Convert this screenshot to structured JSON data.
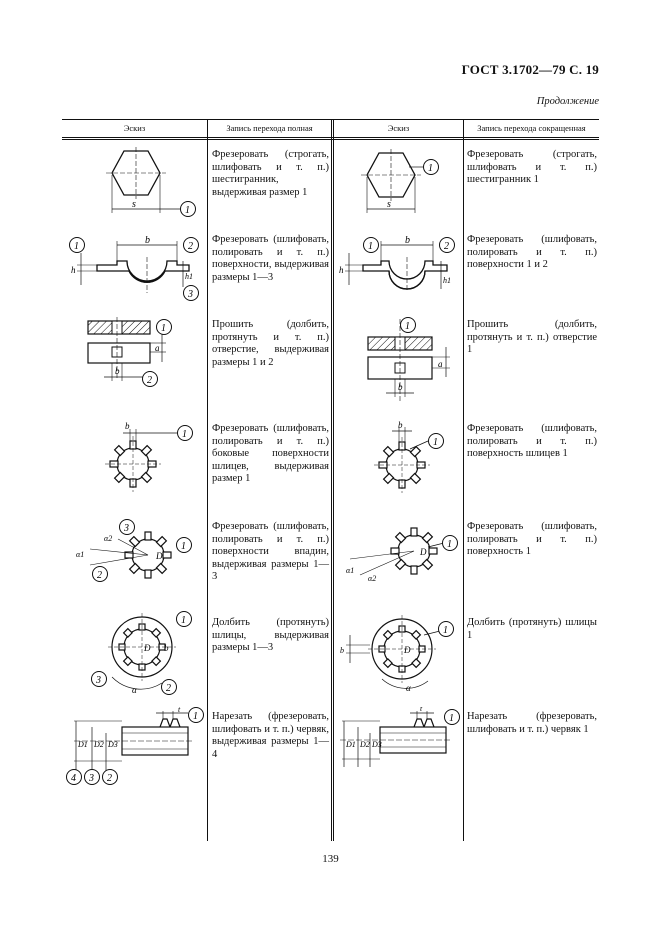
{
  "header": {
    "title": "ГОСТ 3.1702—79 С. 19",
    "continuation": "Продолжение"
  },
  "columns": [
    "Эскиз",
    "Запись перехода полная",
    "Эскиз",
    "Запись перехода сокращенная"
  ],
  "rows": [
    {
      "full": "Фрезеровать (строгать, шлифовать и т. п.) шестигранник, выдерживая размер 1",
      "short": "Фрезеровать (строгать, шлифовать и т. п.) шестигранник 1"
    },
    {
      "full": "Фрезеровать (шлифовать, полировать и т. п.) поверхности, выдерживая размеры 1—3",
      "short": "Фрезеровать (шлифовать, полировать и т. п.) поверхности 1 и 2"
    },
    {
      "full": "Прошить (долбить, протянуть и т. п.) отверстие, выдерживая размеры 1 и 2",
      "short": "Прошить (долбить, протянуть и т. п.) отверстие 1"
    },
    {
      "full": "Фрезеровать (шлифовать, полировать и т. п.) боковые поверхности шлицев, выдерживая размер 1",
      "short": "Фрезеровать (шлифовать, полировать и т. п.) поверхность шлицев 1"
    },
    {
      "full": "Фрезеровать (шлифовать, полировать и т. п.) поверхности впадин, выдерживая размеры 1—3",
      "short": "Фрезеровать (шлифовать, полировать и т. п.) поверхность 1"
    },
    {
      "full": "Долбить (протянуть) шлицы, выдерживая размеры 1—3",
      "short": "Долбить (протянуть) шлицы 1"
    },
    {
      "full": "Нарезать (фрезеровать, шлифовать и т. п.) червяк, выдерживая размеры 1—4",
      "short": "Нарезать (фрезеровать, шлифовать и т. п.) червяк 1"
    }
  ],
  "labels": {
    "s": "s",
    "b": "b",
    "a": "a",
    "h": "h",
    "h1": "h1",
    "t": "t",
    "D": "D",
    "D1": "D1",
    "D2": "D2",
    "D3": "D3",
    "alpha": "α",
    "alpha1": "α1",
    "alpha2": "α2",
    "n1": "1",
    "n2": "2",
    "n3": "3",
    "n4": "4"
  },
  "page_number": "139"
}
